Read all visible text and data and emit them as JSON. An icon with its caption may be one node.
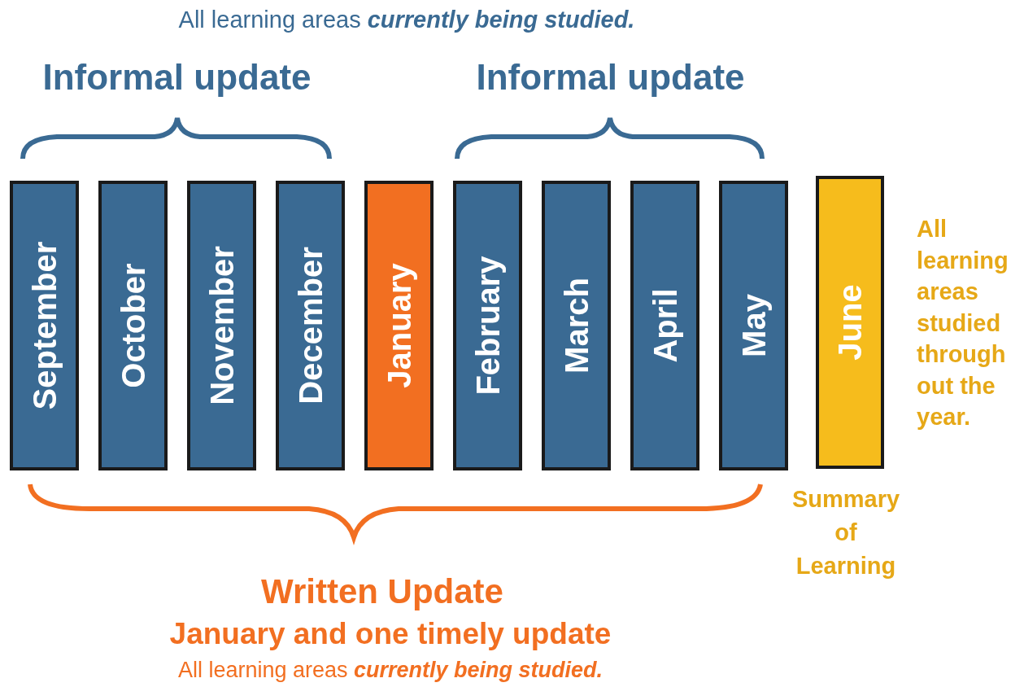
{
  "diagram": {
    "nodes": [
      {
        "text": [
          "September"
        ]
      },
      {
        "text": [
          "October"
        ]
      },
      {
        "text": [
          "November"
        ]
      },
      {
        "text": [
          "December"
        ]
      },
      {
        "text": [
          "January"
        ]
      },
      {
        "text": [
          "February"
        ]
      },
      {
        "text": [
          "March"
        ]
      },
      {
        "text": [
          "April"
        ]
      },
      {
        "text": [
          "May"
        ]
      },
      {
        "text": [
          "June"
        ],
        "beside": [
          "All learning areas studied through out the year.",
          "Summary of Learning"
        ]
      }
    ],
    "labels": [
      "All learning areas **currently being studied.**",
      "Informal update",
      "Informal update",
      "Written Update",
      "January and one timely update",
      "All learning areas **currently being studied.**"
    ]
  }
}
